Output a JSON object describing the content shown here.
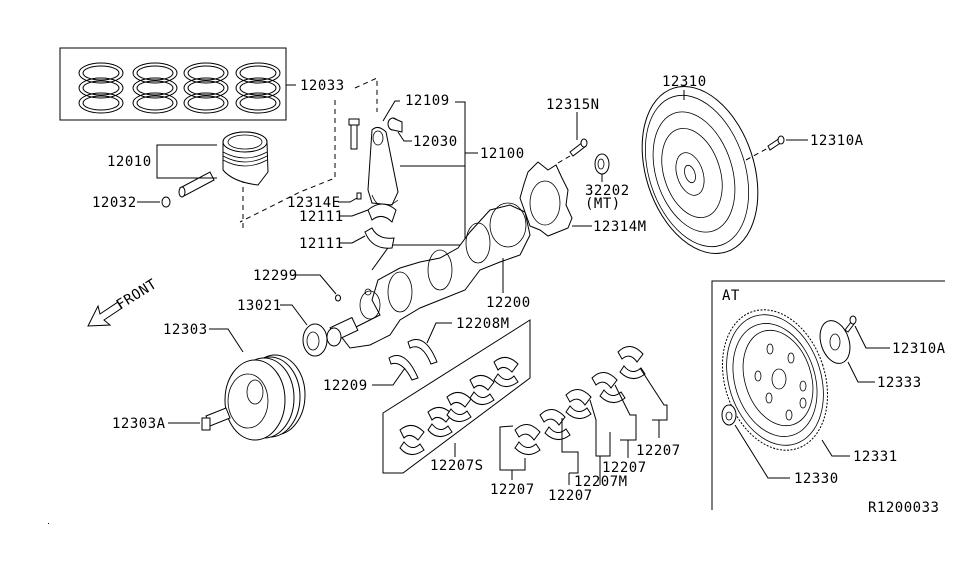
{
  "diagram": {
    "title": "Piston, Crankshaft & Flywheel parts diagram",
    "reference_code": "R1200033",
    "front_indicator": "FRONT",
    "at_section_label": "AT",
    "parts": {
      "p12033": "12033",
      "p12010": "12010",
      "p12032": "12032",
      "p12109": "12109",
      "p12030": "12030",
      "p12100": "12100",
      "p12314E": "12314E",
      "p12111a": "12111",
      "p12111b": "12111",
      "p12315N": "12315N",
      "p32202": "32202",
      "p32202_note": "(MT)",
      "p12314M": "12314M",
      "p12310": "12310",
      "p12310A": "12310A",
      "p12299": "12299",
      "p13021": "13021",
      "p12303": "12303",
      "p12303A": "12303A",
      "p12200": "12200",
      "p12208M": "12208M",
      "p12209": "12209",
      "p12207S": "12207S",
      "p12207a": "12207",
      "p12207b": "12207",
      "p12207M": "12207M",
      "p12207c": "12207",
      "p12207d": "12207",
      "at_p12310A": "12310A",
      "at_p12333": "12333",
      "at_p12331": "12331",
      "at_p12330": "12330"
    }
  }
}
